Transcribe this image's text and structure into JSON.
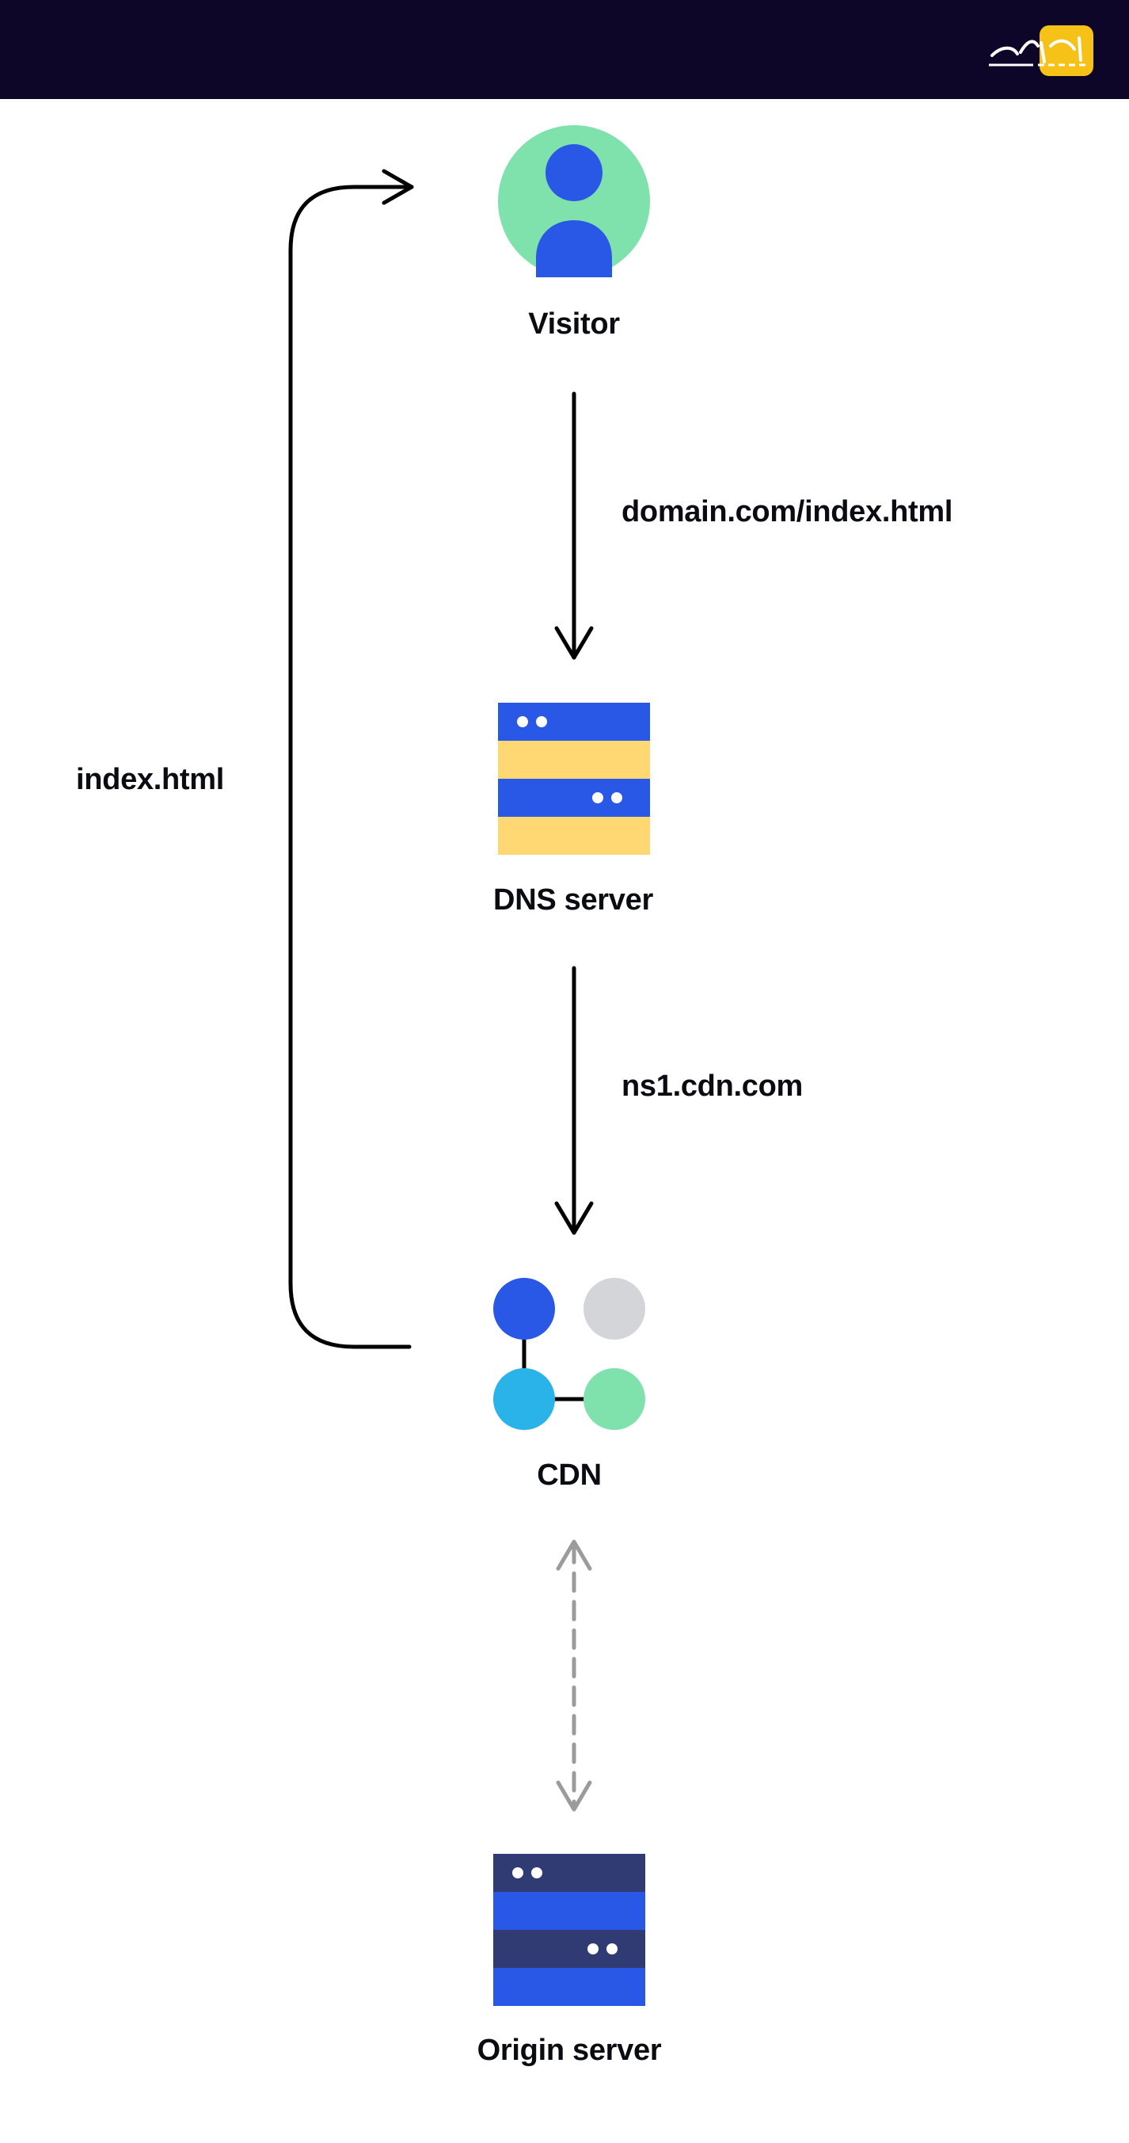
{
  "nodes": {
    "visitor": "Visitor",
    "dns": "DNS server",
    "cdn": "CDN",
    "origin": "Origin server"
  },
  "edges": {
    "visitor_to_dns": "domain.com/index.html",
    "dns_to_cdn": "ns1.cdn.com",
    "cdn_to_visitor": "index.html"
  },
  "colors": {
    "header_bg": "#0d0628",
    "blue": "#2a58e6",
    "green": "#7fe1ab",
    "yellow": "#ffd873",
    "sky": "#29b3e8",
    "gray": "#d3d5d9",
    "navy": "#2f3b72",
    "dashed": "#9b9b9b",
    "logo_yellow": "#f6c218"
  }
}
